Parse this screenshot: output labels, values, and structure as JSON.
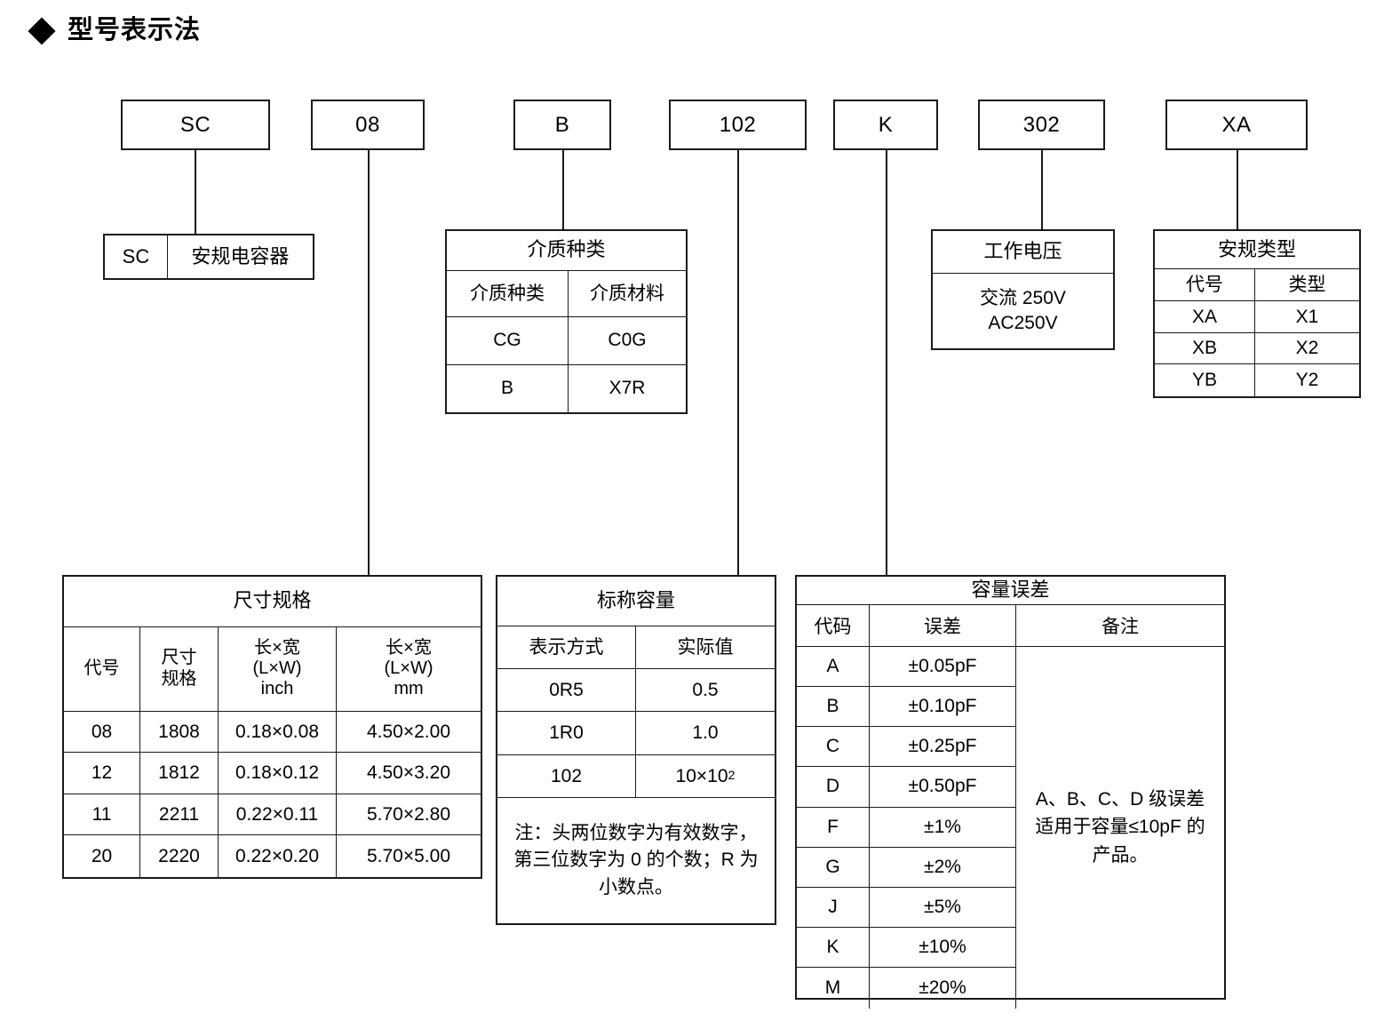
{
  "page": {
    "title": "型号表示法",
    "bullet_icon": "diamond-bullet-icon"
  },
  "part_number_boxes": [
    {
      "code": "SC",
      "name": "series-code"
    },
    {
      "code": "08",
      "name": "size-code"
    },
    {
      "code": "B",
      "name": "dielectric-code"
    },
    {
      "code": "102",
      "name": "capacitance-code"
    },
    {
      "code": "K",
      "name": "tolerance-code"
    },
    {
      "code": "302",
      "name": "voltage-code"
    },
    {
      "code": "XA",
      "name": "safety-class-code"
    }
  ],
  "series_def": {
    "code": "SC",
    "description": "安规电容器"
  },
  "dielectric": {
    "title": "介质种类",
    "headers": [
      "介质种类",
      "介质材料"
    ],
    "rows": [
      [
        "CG",
        "C0G"
      ],
      [
        "B",
        "X7R"
      ]
    ]
  },
  "voltage": {
    "title": "工作电压",
    "line1": "交流 250V",
    "line2": "AC250V"
  },
  "safety": {
    "title": "安规类型",
    "headers": [
      "代号",
      "类型"
    ],
    "rows": [
      [
        "XA",
        "X1"
      ],
      [
        "XB",
        "X2"
      ],
      [
        "YB",
        "Y2"
      ]
    ]
  },
  "dimensions": {
    "title": "尺寸规格",
    "headers": [
      {
        "l1": "代号",
        "l2": "",
        "l3": ""
      },
      {
        "l1": "尺寸",
        "l2": "规格",
        "l3": ""
      },
      {
        "l1": "长×宽",
        "l2": "(L×W)",
        "l3": "inch"
      },
      {
        "l1": "长×宽",
        "l2": "(L×W)",
        "l3": "mm"
      }
    ],
    "rows": [
      [
        "08",
        "1808",
        "0.18×0.08",
        "4.50×2.00"
      ],
      [
        "12",
        "1812",
        "0.18×0.12",
        "4.50×3.20"
      ],
      [
        "11",
        "2211",
        "0.22×0.11",
        "5.70×2.80"
      ],
      [
        "20",
        "2220",
        "0.22×0.20",
        "5.70×5.00"
      ]
    ]
  },
  "nominal": {
    "title": "标称容量",
    "headers": [
      "表示方式",
      "实际值"
    ],
    "rows": [
      {
        "code": "0R5",
        "value": "0.5",
        "exp": ""
      },
      {
        "code": "1R0",
        "value": "1.0",
        "exp": ""
      },
      {
        "code": "102",
        "value": "10×10",
        "exp": "2"
      }
    ],
    "note": "注：头两位数字为有效数字，第三位数字为 0 的个数；R 为小数点。"
  },
  "tolerance": {
    "title": "容量误差",
    "headers": [
      "代码",
      "误差",
      "备注"
    ],
    "rows": [
      [
        "A",
        "±0.05pF"
      ],
      [
        "B",
        "±0.10pF"
      ],
      [
        "C",
        "±0.25pF"
      ],
      [
        "D",
        "±0.50pF"
      ],
      [
        "F",
        "±1%"
      ],
      [
        "G",
        "±2%"
      ],
      [
        "J",
        "±5%"
      ],
      [
        "K",
        "±10%"
      ],
      [
        "M",
        "±20%"
      ]
    ],
    "remark": "A、B、C、D 级误差适用于容量≤10pF 的产品。"
  },
  "colors": {
    "line": "#1a1a1a",
    "background": "#ffffff",
    "text": "#000000"
  }
}
